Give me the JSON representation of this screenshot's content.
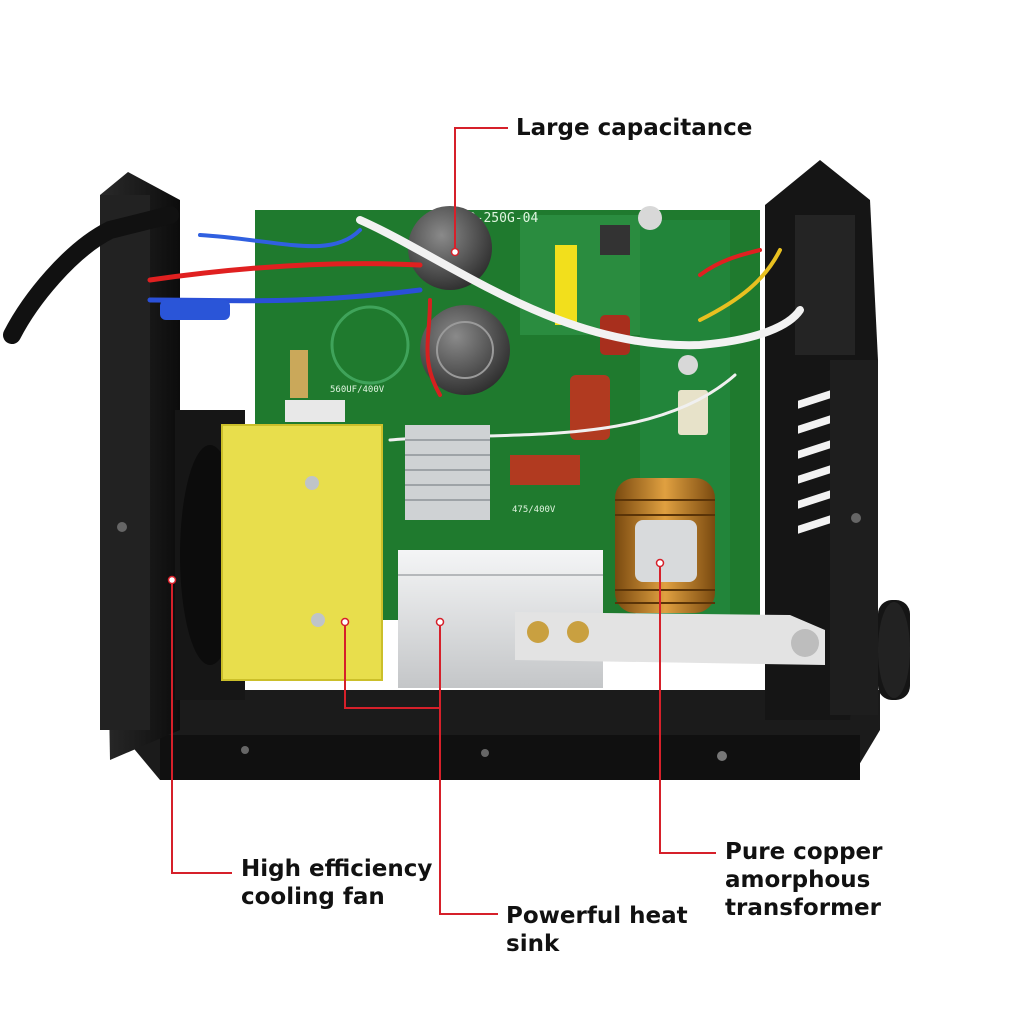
{
  "callouts": {
    "large_capacitance": "Large capacitance",
    "cooling_fan": [
      "High efficiency",
      "cooling fan"
    ],
    "heat_sink": [
      "Powerful heat",
      "sink"
    ],
    "transformer": [
      "Pure copper",
      "amorphous",
      "transformer"
    ]
  },
  "board": {
    "model_marking": "NO-250G-04",
    "capacitor_rating": "560UF/400V",
    "capacitor_rating_2": "475/400V"
  },
  "colors": {
    "pcb_green": "#1f7a2e",
    "enclosure_black": "#1a1a1a",
    "callout_line": "#d6202a",
    "insulator_yellow": "#e8de4c",
    "heatsink_silver": "#d9dbdd",
    "copper": "#b8761f"
  }
}
